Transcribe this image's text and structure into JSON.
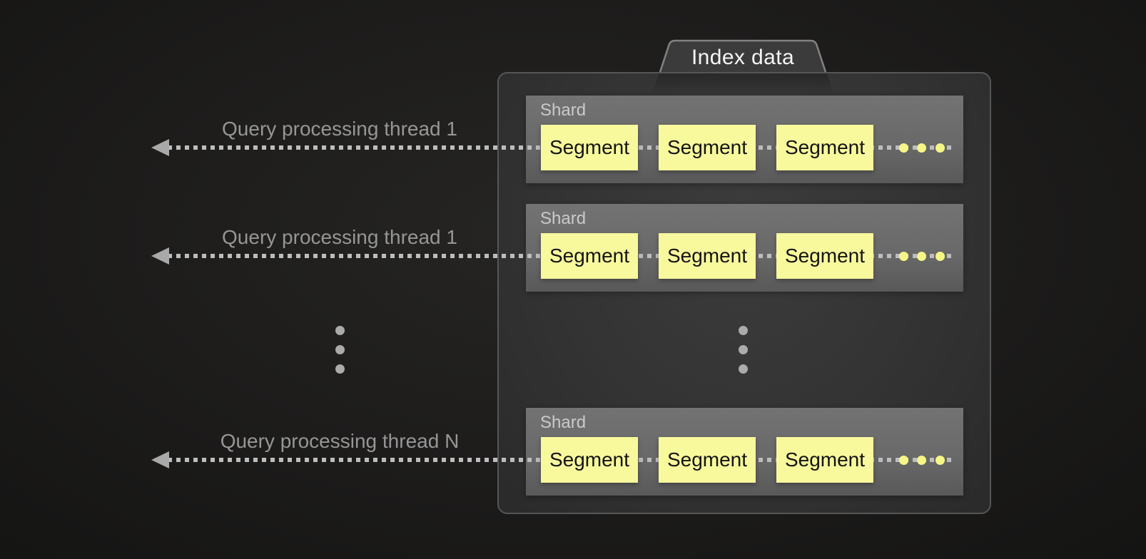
{
  "tab": {
    "label": "Index data"
  },
  "arrows": [
    {
      "label": "Query processing thread 1"
    },
    {
      "label": "Query processing thread 1"
    },
    {
      "label": "Query processing thread N"
    }
  ],
  "shards": [
    {
      "label": "Shard",
      "segments": [
        "Segment",
        "Segment",
        "Segment"
      ]
    },
    {
      "label": "Shard",
      "segments": [
        "Segment",
        "Segment",
        "Segment"
      ]
    },
    {
      "label": "Shard",
      "segments": [
        "Segment",
        "Segment",
        "Segment"
      ]
    }
  ],
  "colors": {
    "page_background": "#1c1b1a",
    "container_fill": "#333333",
    "container_border": "#565656",
    "tab_fill": "#3b3b3b",
    "tab_border": "#828282",
    "tab_text": "#f5f5f5",
    "shard_fill": "#696969",
    "shard_label_text": "#cacaca",
    "segment_fill": "#f8f89d",
    "segment_text": "#141414",
    "ellipsis_dot_yellow": "#f6f687",
    "ellipsis_dot_gray": "#ababab",
    "arrow_line": "#bdbdbd",
    "arrow_head": "#a9a9a9",
    "arrow_label_text": "#969696"
  }
}
